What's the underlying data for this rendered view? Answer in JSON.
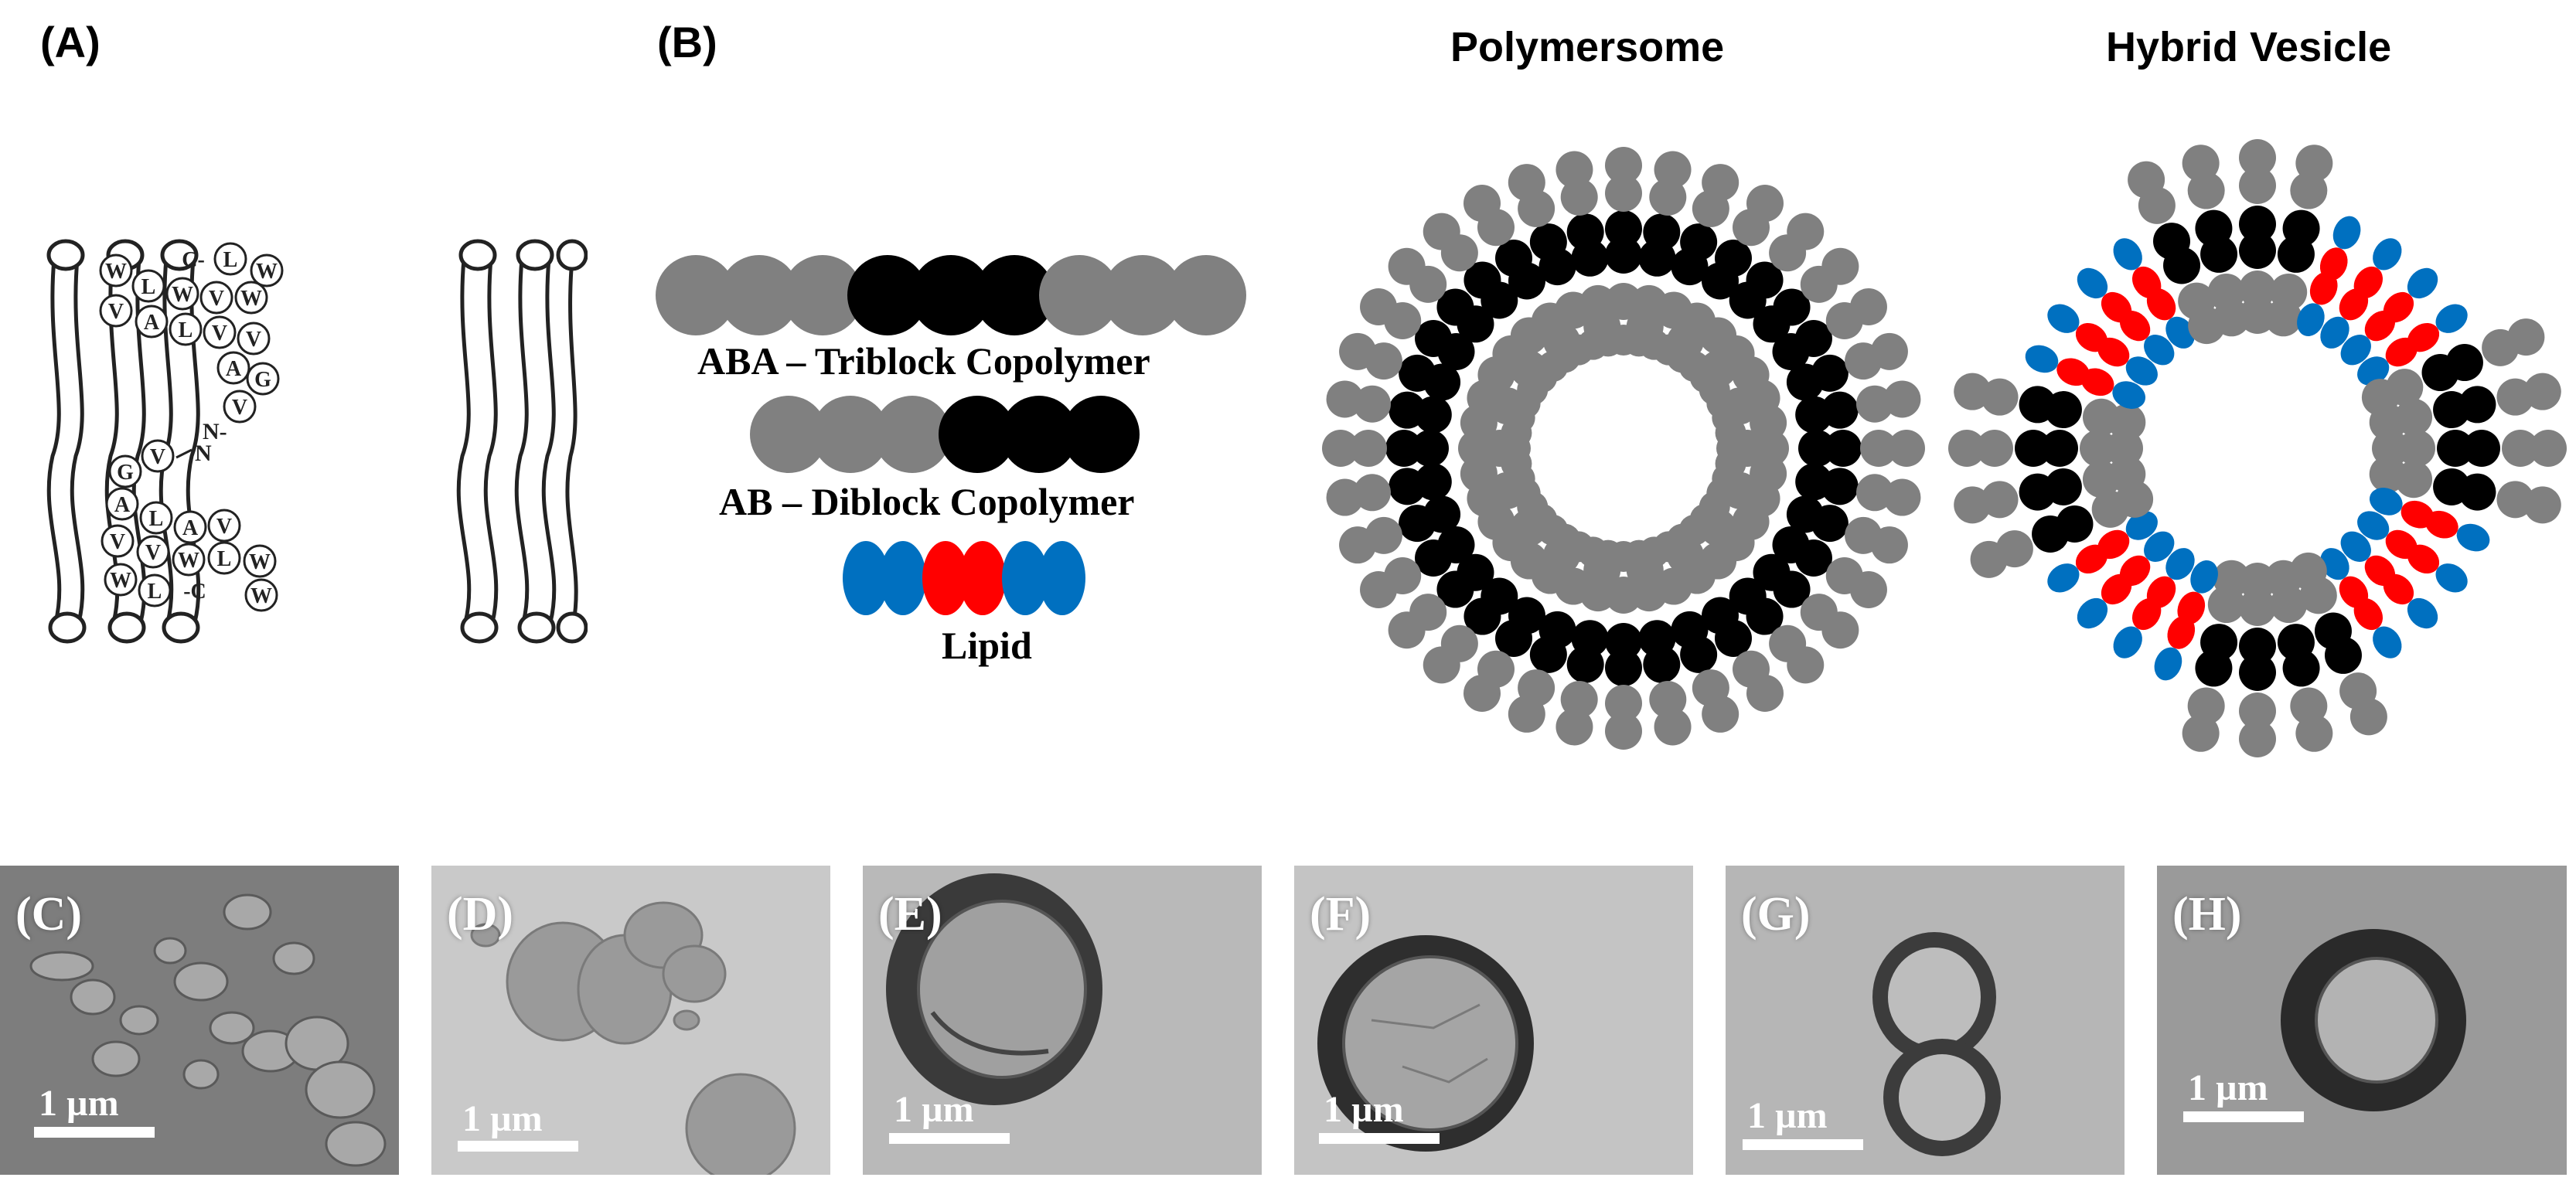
{
  "panels": {
    "a": "(A)",
    "b": "(B)",
    "c": "(C)",
    "d": "(D)",
    "e": "(E)",
    "f": "(F)",
    "g": "(G)",
    "h": "(H)"
  },
  "titles": {
    "polymersome": "Polymersome",
    "hybrid": "Hybrid Vesicle"
  },
  "legend": {
    "triblock": "ABA – Triblock Copolymer",
    "diblock": "AB – Diblock Copolymer",
    "lipid": "Lipid"
  },
  "gramicidin": {
    "upper_rows": [
      [
        "C-",
        "L",
        "W"
      ],
      [
        "W",
        "L",
        "W",
        "V",
        "W"
      ],
      [
        "V",
        "A",
        "L",
        "V",
        "V"
      ],
      [
        "A",
        "G"
      ],
      [
        "V"
      ]
    ],
    "lower_rows": [
      [
        "G",
        "V"
      ],
      [
        "A",
        "L",
        "A",
        "V"
      ],
      [
        "V",
        "V",
        "W",
        "L",
        "W"
      ],
      [
        "W",
        "L",
        "-C",
        "W"
      ]
    ],
    "linker_n1": "N-",
    "linker_n2": "N"
  },
  "scale_label": "1 µm",
  "colors": {
    "hydrophilic_block": "#808080",
    "hydrophobic_block": "#000000",
    "lipid_head": "#0070c0",
    "lipid_tail": "#ff0000"
  }
}
